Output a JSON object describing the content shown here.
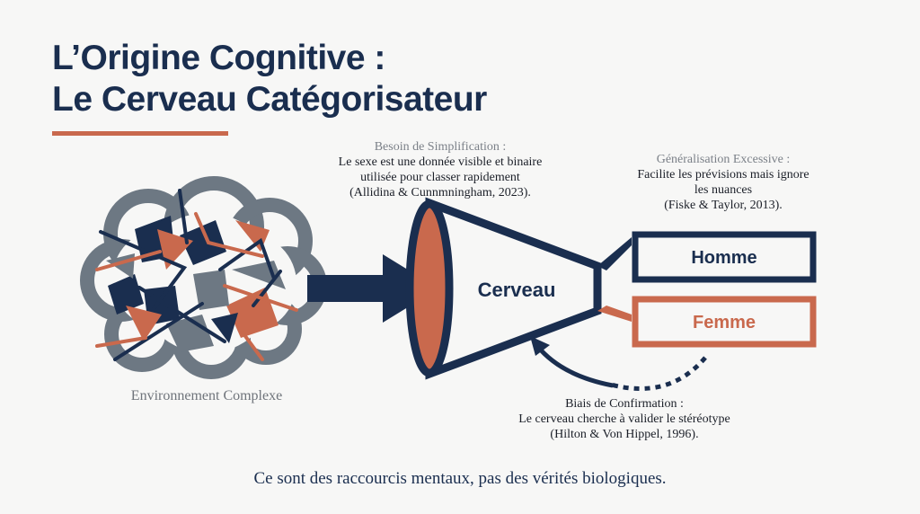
{
  "title": {
    "line1": "L’Origine Cognitive :",
    "line2": "Le Cerveau Catégorisateur"
  },
  "colors": {
    "navy": "#1a2e4f",
    "terracotta": "#c9694d",
    "gray": "#6d7883",
    "background": "#f7f7f6"
  },
  "simplification": {
    "heading": "Besoin de Simplification :",
    "lines": [
      "Le sexe est une donnée visible et binaire",
      "utilisée pour classer rapidement",
      "(Allidina & Cunnmningham, 2023)."
    ]
  },
  "generalisation": {
    "heading": "Généralisation Excessive :",
    "lines": [
      "Facilite les prévisions mais ignore",
      "les nuances",
      "(Fiske & Taylor, 2013)."
    ]
  },
  "brain_label": "Cerveau",
  "categories": {
    "homme": "Homme",
    "femme": "Femme"
  },
  "environment_label": "Environnement Complexe",
  "confirmation": {
    "heading": "Biais de Confirmation :",
    "lines": [
      "Le cerveau cherche à valider le stéréotype",
      "(Hilton & Von Hippel, 1996)."
    ]
  },
  "footer": "Ce sont des raccourcis mentaux, pas des vérités biologiques."
}
